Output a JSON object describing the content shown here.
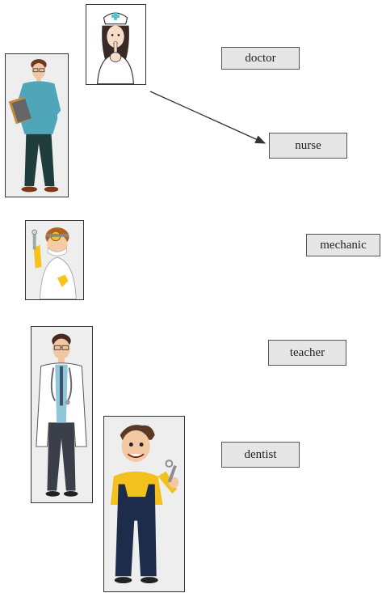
{
  "labels": {
    "doctor": "doctor",
    "nurse": "nurse",
    "mechanic": "mechanic",
    "teacher": "teacher",
    "dentist": "dentist"
  },
  "figures": [
    {
      "id": "nurse",
      "icon": "nurse-icon"
    },
    {
      "id": "teacher",
      "icon": "teacher-icon"
    },
    {
      "id": "dentist",
      "icon": "dentist-icon"
    },
    {
      "id": "doctor",
      "icon": "doctor-icon"
    },
    {
      "id": "mechanic",
      "icon": "mechanic-icon"
    }
  ],
  "connections": [
    {
      "from": "nurse-card",
      "to": "nurse-label"
    }
  ],
  "colors": {
    "card_bg": "#eeeeee",
    "label_bg": "#e6e6e6",
    "border": "#333333",
    "arrow": "#333333"
  }
}
